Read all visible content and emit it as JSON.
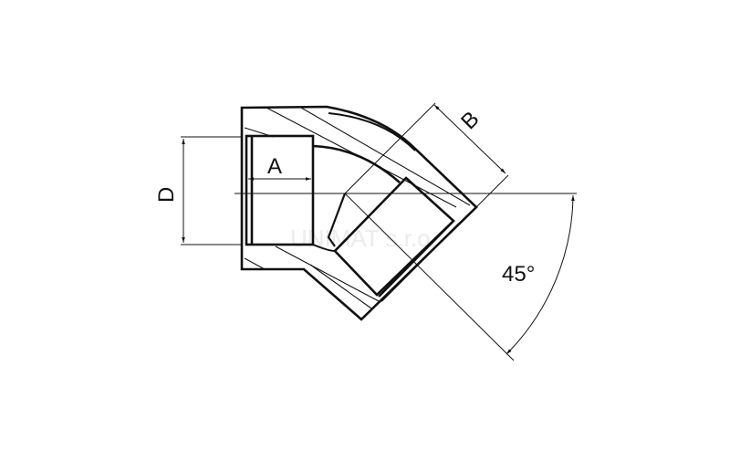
{
  "diagram": {
    "labels": {
      "d": "D",
      "a": "A",
      "b": "B",
      "angle": "45°"
    },
    "watermark": "UNIMAT s.r.o.",
    "colors": {
      "line": "#111111",
      "watermark": "#e6e6e6"
    }
  }
}
